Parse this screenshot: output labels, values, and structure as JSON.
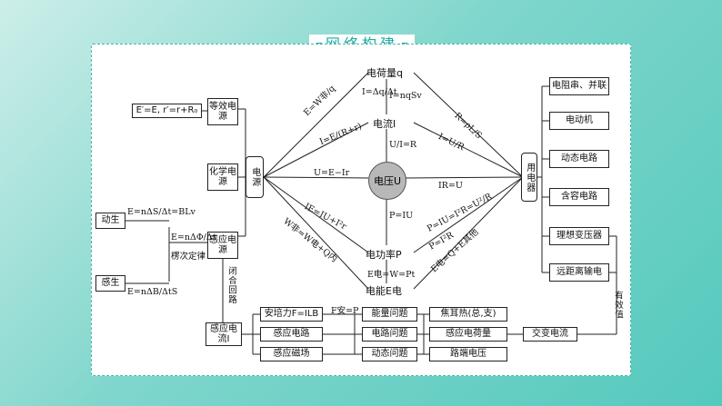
{
  "title": "网络构建",
  "nodes": {
    "charge": "电荷量q",
    "current": "电流I",
    "voltage": "电压U",
    "power": "电功率P",
    "energy": "电能E电",
    "source": "电源",
    "appliance": "用电器",
    "equiv_source": "等效电源",
    "chem_source": "化学电源",
    "induct_source": "感应电源",
    "induct_current": "感应电流I",
    "motional": "动生",
    "induced": "感生",
    "ampere_force": "安培力F=ILB",
    "induct_circuit": "感应电路",
    "induct_field": "感应磁场",
    "energy_problem": "能量问题",
    "circuit_problem": "电路问题",
    "dynamic_problem": "动态问题",
    "joule_heat": "焦耳热(总,支)",
    "induct_charge": "感应电荷量",
    "terminal_voltage": "路端电压",
    "ac": "交变电流",
    "r_series": "电阻串、并联",
    "motor": "电动机",
    "dyn_circuit": "动态电路",
    "cap_circuit": "含容电路",
    "transformer": "理想变压器",
    "transmission": "远距离输电"
  },
  "labels": {
    "equiv_formula": "E′=E, r′=r+R₀",
    "emf_motional": "E=nΔS/Δt=BLv",
    "emf_induced": "E=nΔB/ΔtS",
    "faraday": "E=nΔΦ/Δt",
    "lenz": "楞次定律",
    "closed_loop": "闭合回路",
    "eff_value": "有效值",
    "fa_eq": "F安=P",
    "e_wq": "E=W非/q",
    "i_def": "I=Δq/Δt",
    "i_micro": "I=nqSv",
    "i_ohm_full": "I=E/(R+r)",
    "u_ir": "U/I=R",
    "r_law": "R=ρL/S",
    "i_ur": "I=U/R",
    "u_ei": "U=E−Ir",
    "ir_u": "IR=U",
    "p_iu": "P=IU",
    "ie_power": "IE=IU+I²r",
    "w_nonstatic": "W非=W电+Q内",
    "p_heat": "P=IU=I²R=U²/R",
    "p_i2r": "P=I²R",
    "e_pt": "E电=W=Pt",
    "e_qe": "E电=Q+E其他"
  }
}
